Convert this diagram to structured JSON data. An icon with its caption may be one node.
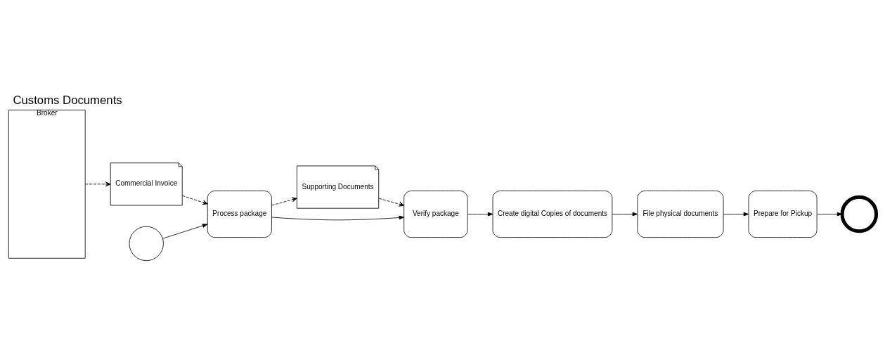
{
  "diagram": {
    "title": "Customs Documents",
    "nodes": [
      {
        "text": [
          "Broker"
        ]
      },
      {
        "text": [],
        "shape": "circle"
      },
      {
        "text": [
          "Process package"
        ]
      },
      {
        "text": [
          "Supporting Documents"
        ]
      },
      {
        "text": [
          "Verify package"
        ]
      },
      {
        "text": [
          "Commercial Invoice"
        ]
      },
      {
        "text": [
          "Create digital Copies of documents"
        ]
      },
      {
        "text": [
          "File physical documents"
        ]
      },
      {
        "text": [
          "Prepare for Pickup"
        ]
      },
      {
        "text": [],
        "shape": "circle"
      }
    ],
    "edges": [
      {
        "from": 1,
        "to": 2,
        "arrow": "to"
      },
      {
        "from": 2,
        "to": 3,
        "arrow": "to",
        "style": "dashed"
      },
      {
        "from": 3,
        "to": 4,
        "arrow": "to",
        "style": "dashed"
      },
      {
        "from": 0,
        "to": 5,
        "arrow": "to",
        "style": "dashed"
      },
      {
        "from": 5,
        "to": 2,
        "arrow": "to",
        "style": "dashed"
      },
      {
        "from": 2,
        "to": 4,
        "arrow": "to"
      },
      {
        "from": 4,
        "to": 6,
        "arrow": "to"
      },
      {
        "from": 6,
        "to": 7,
        "arrow": "to"
      },
      {
        "from": 7,
        "to": 8,
        "arrow": "to"
      },
      {
        "from": 8,
        "to": 9,
        "arrow": "to"
      }
    ]
  }
}
